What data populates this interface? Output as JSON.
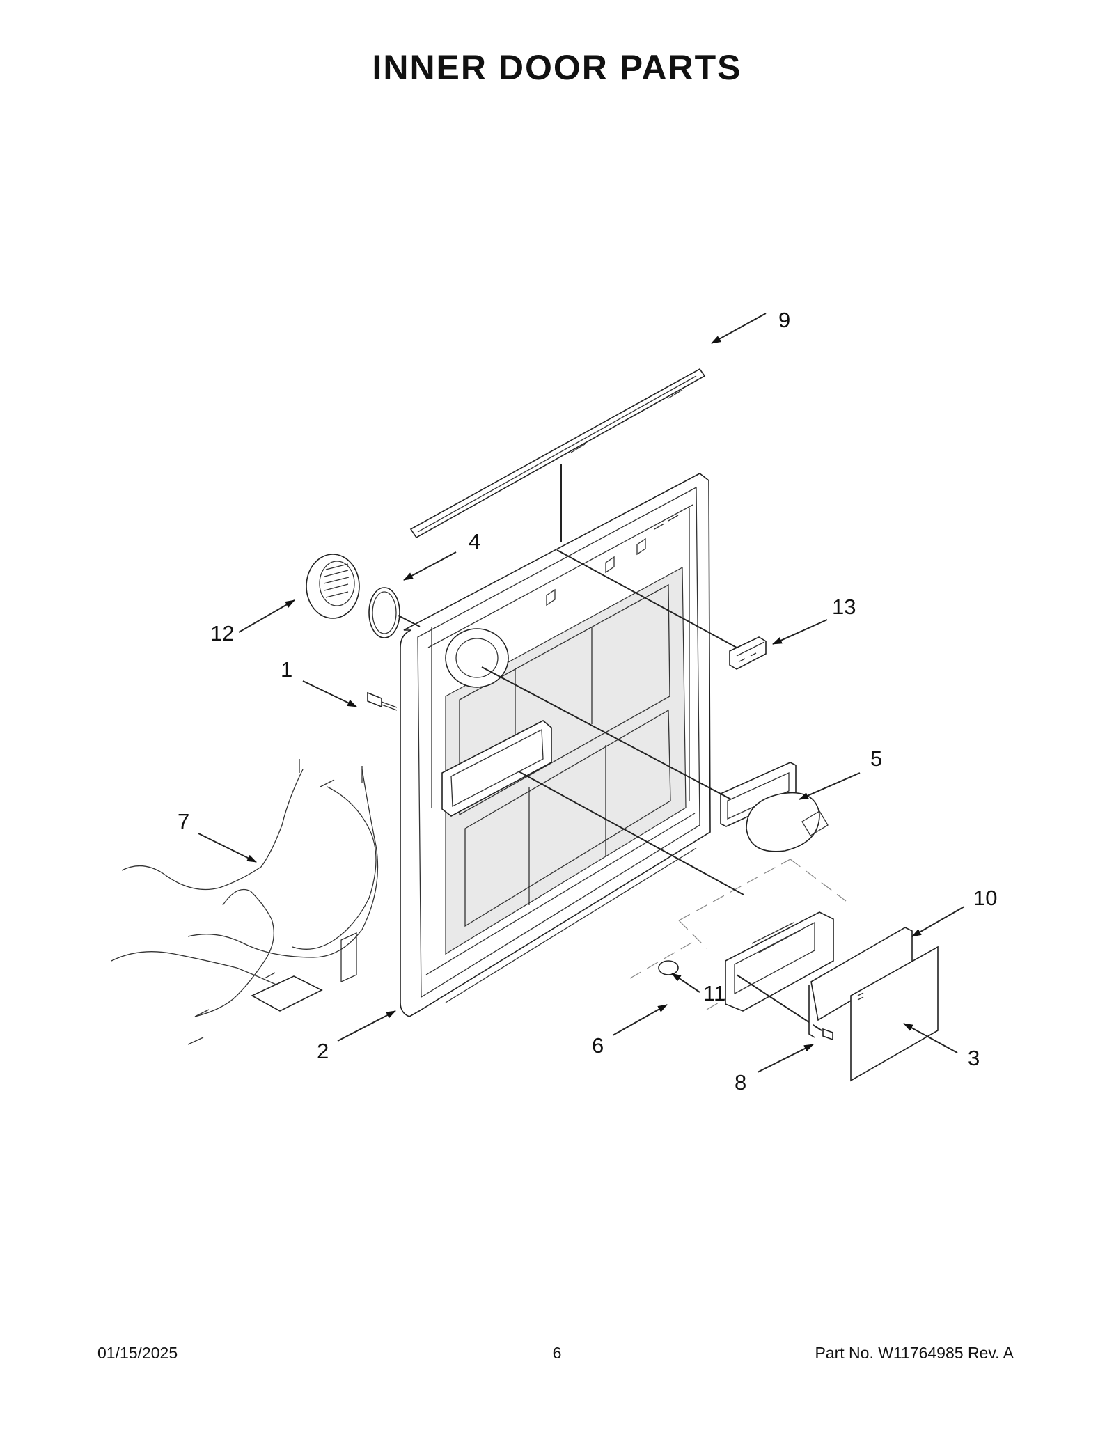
{
  "title": "INNER DOOR PARTS",
  "footer": {
    "date": "01/15/2025",
    "page": "6",
    "part_label": "Part No.  W11764985  Rev.  A"
  },
  "callouts": {
    "c1": "1",
    "c2": "2",
    "c3": "3",
    "c4": "4",
    "c5": "5",
    "c6": "6",
    "c7": "7",
    "c8": "8",
    "c9": "9",
    "c10": "10",
    "c11": "11",
    "c12": "12",
    "c13": "13"
  }
}
